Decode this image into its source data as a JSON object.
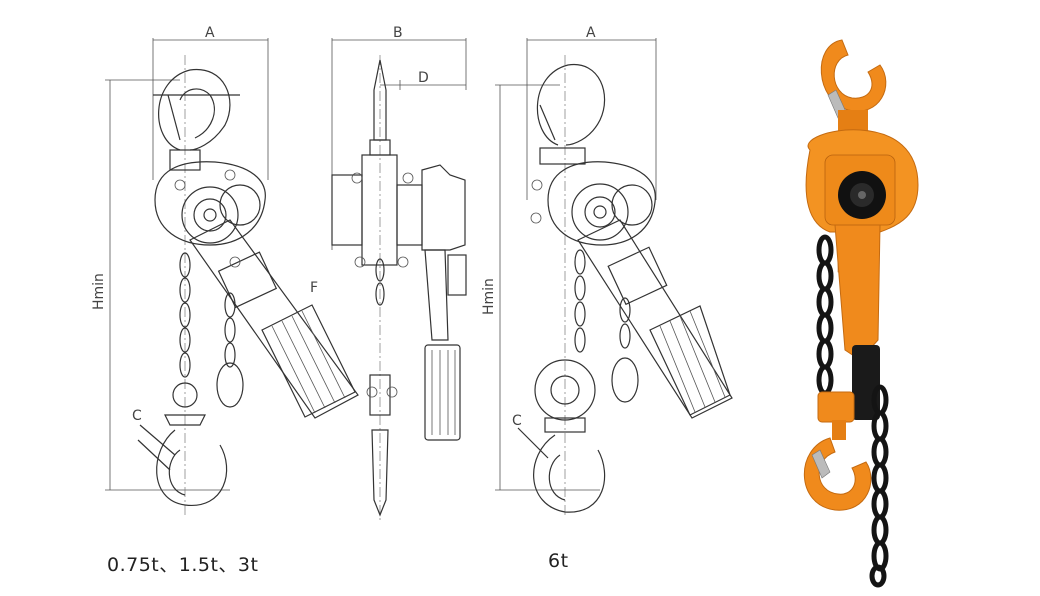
{
  "labels": {
    "dim_a": "A",
    "dim_b": "B",
    "dim_d": "D",
    "dim_f": "F",
    "dim_c": "C",
    "dim_hmin": "Hmin"
  },
  "captions": {
    "small_models": "0.75t、1.5t、3t",
    "large_model": "6t"
  },
  "colors": {
    "line": "#333333",
    "hoist_orange": "#f08a1c",
    "chain_black": "#141414"
  }
}
